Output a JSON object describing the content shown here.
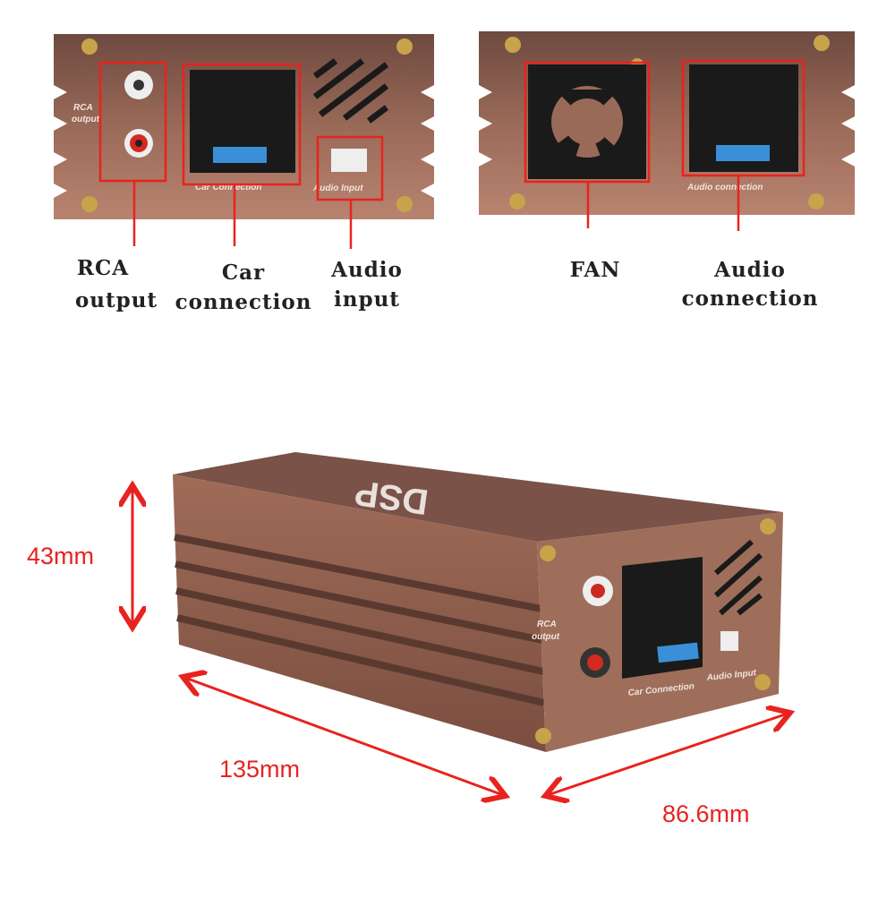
{
  "top_left_panel": {
    "callouts": [
      {
        "line1": "RCA",
        "line2": "output"
      },
      {
        "line1": "Car",
        "line2": "connection"
      },
      {
        "line1": "Audio",
        "line2": "input"
      }
    ],
    "printed": {
      "rca": [
        "RCA",
        "output"
      ],
      "car": "Car Connection",
      "audio": "Audio Input"
    }
  },
  "top_right_panel": {
    "callouts": [
      {
        "line1": "FAN"
      },
      {
        "line1": "Audio",
        "line2": "connection"
      }
    ],
    "printed": {
      "audio": "Audio connection"
    }
  },
  "device": {
    "logo": "DSP",
    "printed": {
      "rca": [
        "RCA",
        "output"
      ],
      "car": "Car Connection",
      "audio": "Audio Input"
    }
  },
  "dimensions": {
    "height": "43mm",
    "length": "135mm",
    "width": "86.6mm"
  },
  "colors": {
    "highlight": "#e8231f",
    "body": "#8a5a4a"
  }
}
